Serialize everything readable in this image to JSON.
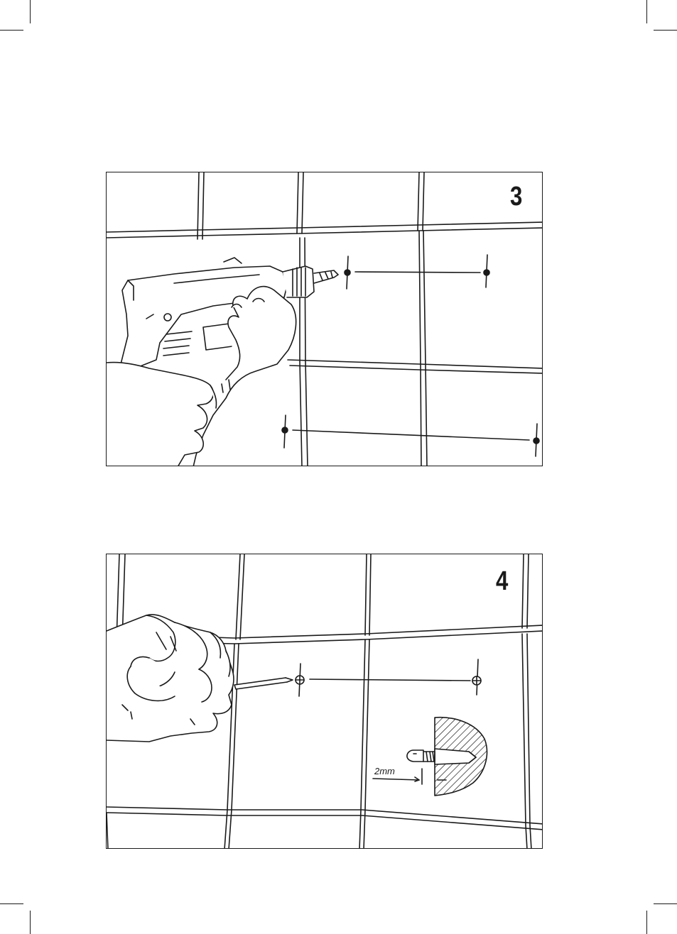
{
  "figures": [
    {
      "step_number": "3",
      "description_icon": "drill-icon"
    },
    {
      "step_number": "4",
      "description_icon": "screwdriver-icon",
      "dimension_label": "2mm"
    }
  ]
}
